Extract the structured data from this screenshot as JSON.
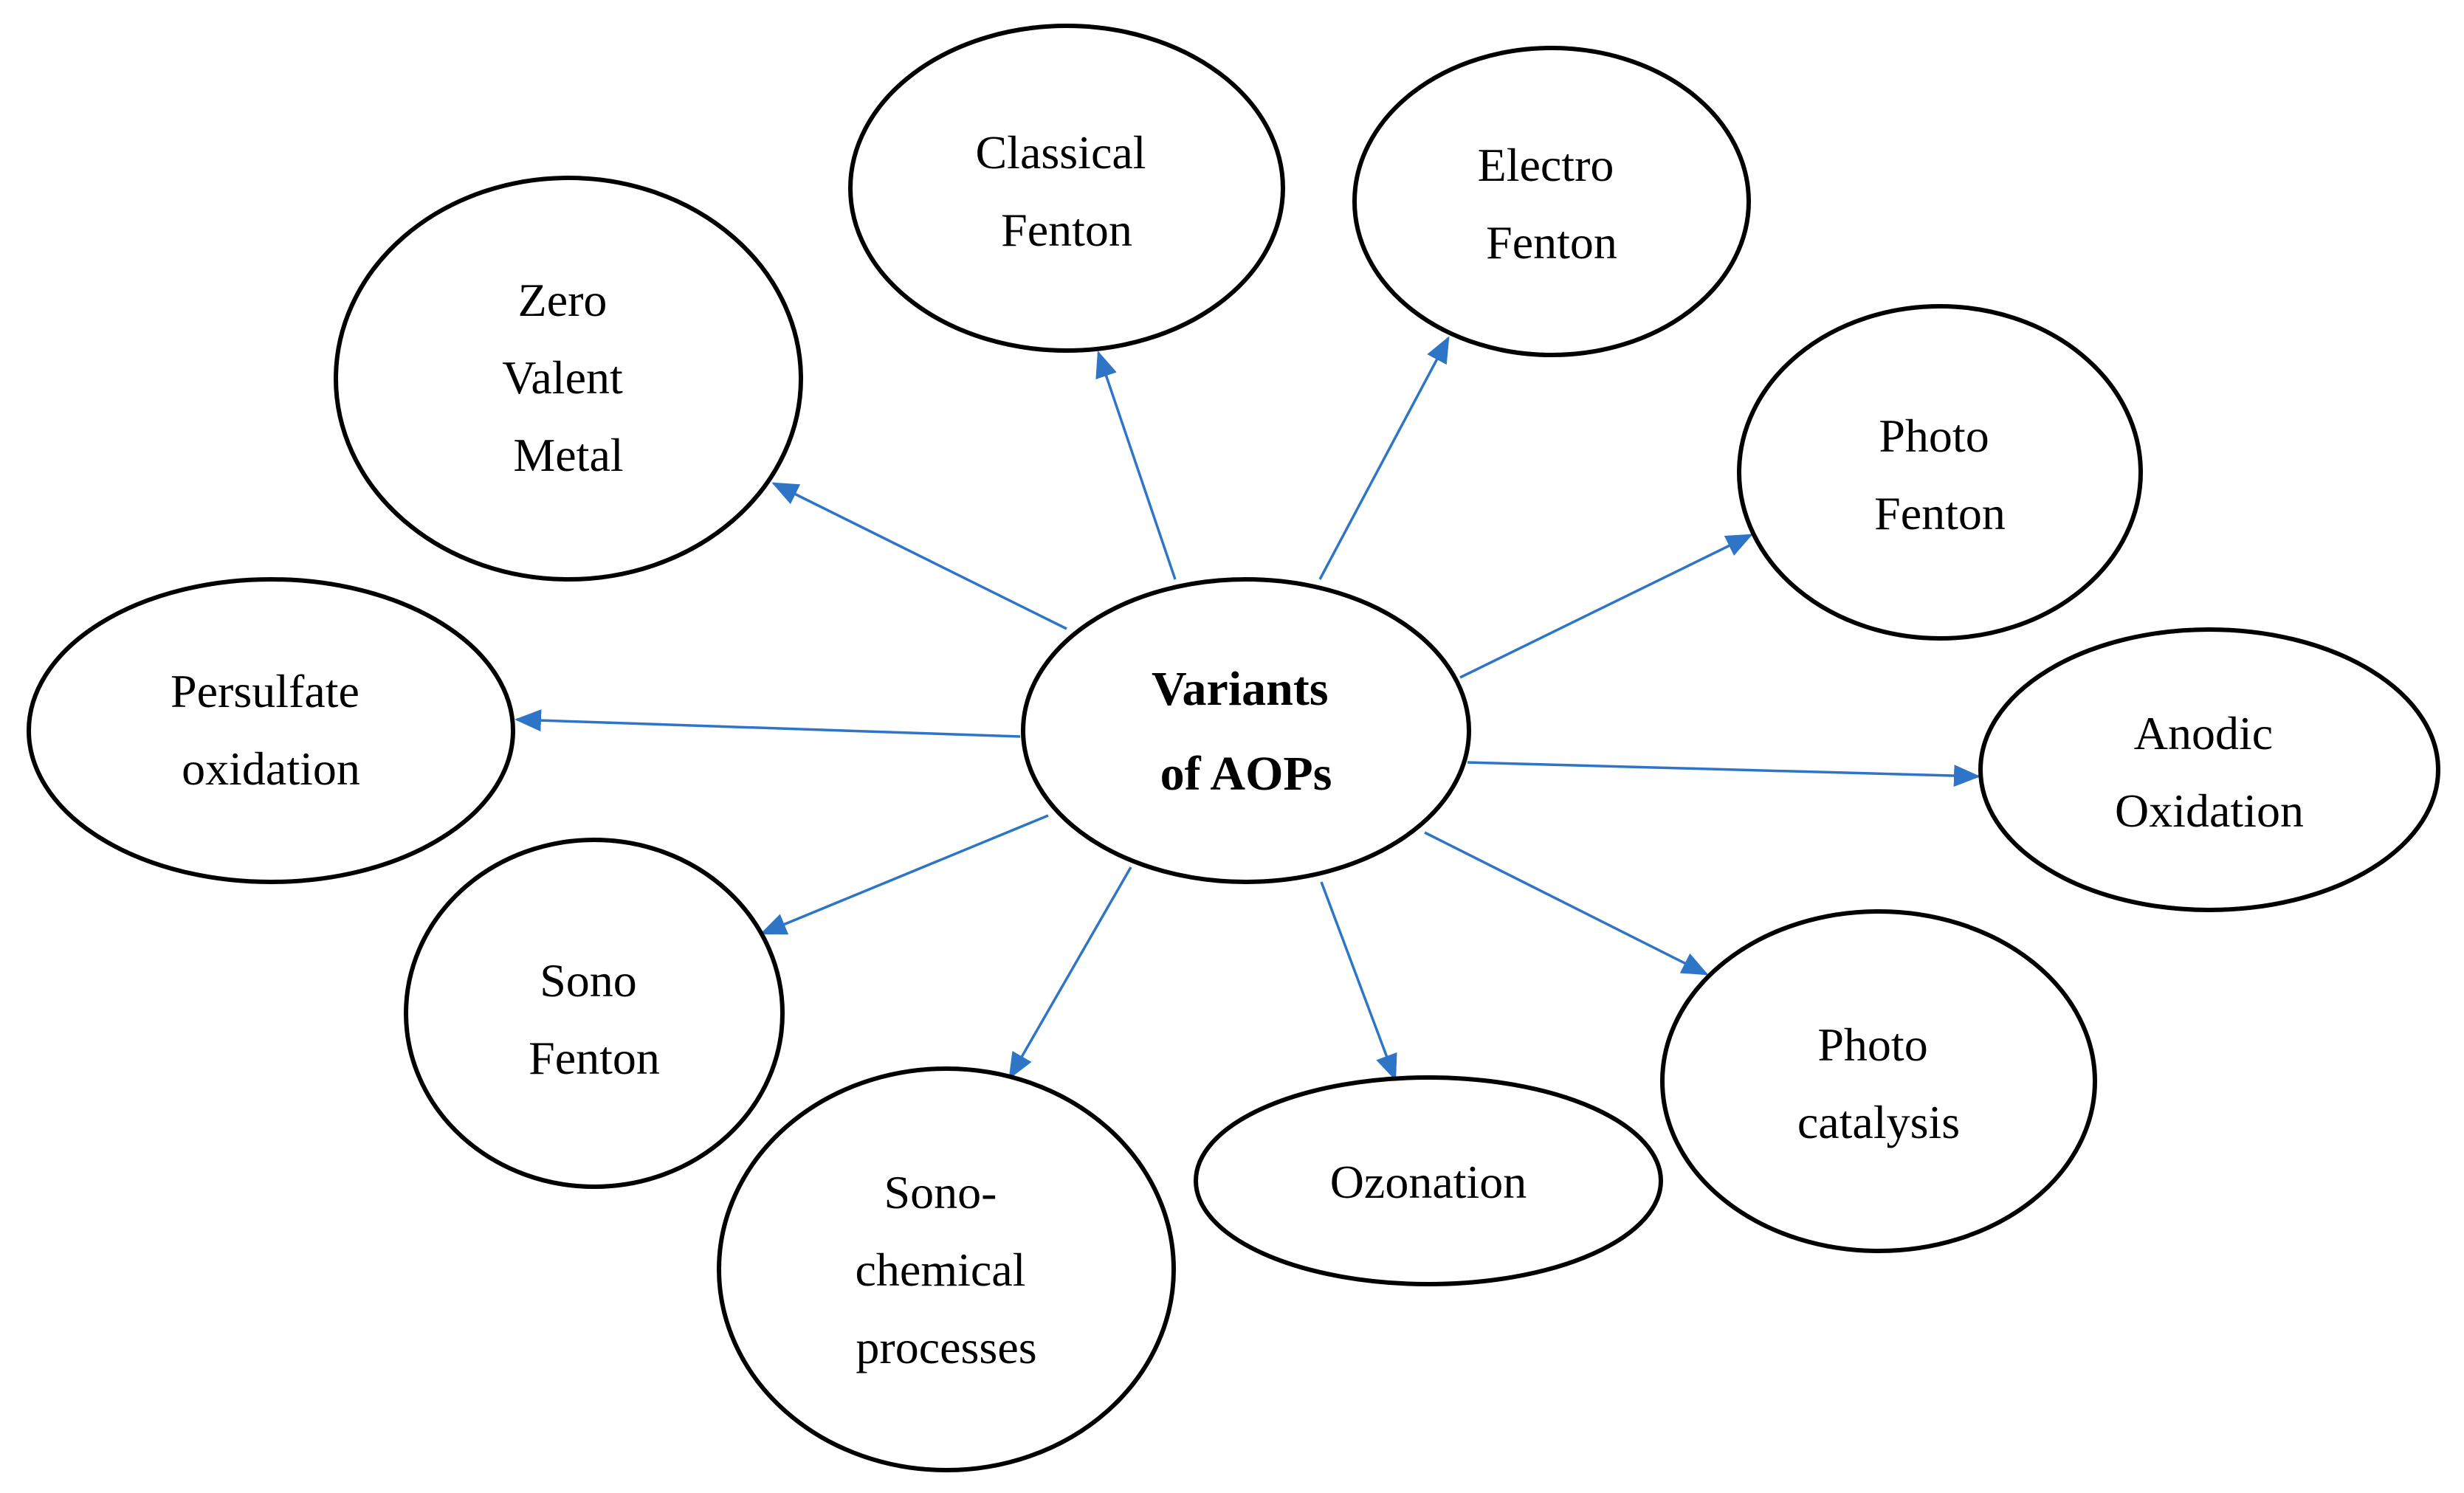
{
  "center": {
    "lines": [
      "Variants",
      "of AOPs"
    ]
  },
  "nodes": [
    {
      "id": "classical-fenton",
      "lines": [
        "Classical",
        "Fenton"
      ]
    },
    {
      "id": "electro-fenton",
      "lines": [
        "Electro",
        "Fenton"
      ]
    },
    {
      "id": "zero-valent-metal",
      "lines": [
        "Zero",
        "Valent",
        "Metal"
      ]
    },
    {
      "id": "photo-fenton",
      "lines": [
        "Photo",
        "Fenton"
      ]
    },
    {
      "id": "persulfate-oxidation",
      "lines": [
        "Persulfate",
        "oxidation"
      ]
    },
    {
      "id": "anodic-oxidation",
      "lines": [
        "Anodic",
        "Oxidation"
      ]
    },
    {
      "id": "sono-fenton",
      "lines": [
        "Sono",
        "Fenton"
      ]
    },
    {
      "id": "photo-catalysis",
      "lines": [
        "Photo",
        "catalysis"
      ]
    },
    {
      "id": "sono-chemical-processes",
      "lines": [
        "Sono-",
        "chemical",
        "processes"
      ]
    },
    {
      "id": "ozonation",
      "lines": [
        "Ozonation"
      ]
    }
  ],
  "colors": {
    "arrow": "#2e75c8",
    "outline": "#000000",
    "text": "#000000"
  }
}
